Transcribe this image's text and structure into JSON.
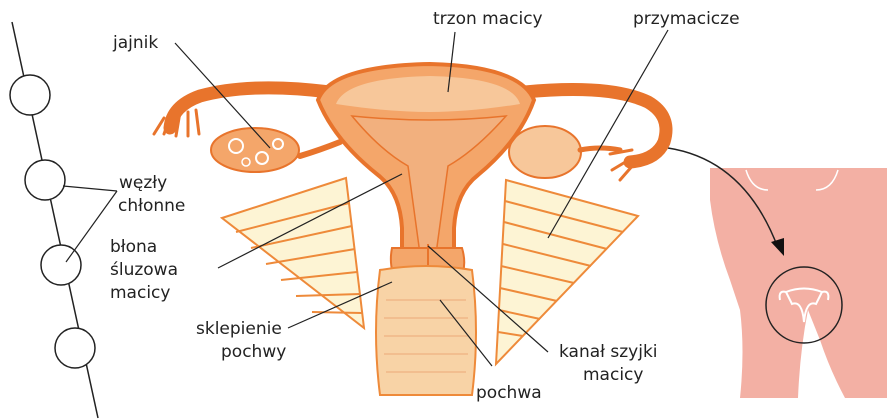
{
  "labels": {
    "trzon": "trzon macicy",
    "przymacicze": "przymacicze",
    "jajnik": "jajnik",
    "wezly_1": "węzły",
    "wezly_2": "chłonne",
    "blona_1": "błona",
    "blona_2": "śluzowa",
    "blona_3": "macicy",
    "sklepienie_1": "sklepienie",
    "sklepienie_2": "pochwy",
    "kanal_1": "kanał szyjki",
    "kanal_2": "macicy",
    "pochwa": "pochwa"
  },
  "colors": {
    "uterus_outline": "#e8742c",
    "uterus_wall": "#f4a66a",
    "uterus_body": "#f7c79a",
    "endometrium": "#f2b07e",
    "vagina": "#f8d3a6",
    "parametrium_fill": "#fdf4d4",
    "parametrium_stroke": "#ee8a3a",
    "silhouette": "#f3b0a4",
    "node_stroke": "#222222",
    "leader": "#222222"
  }
}
